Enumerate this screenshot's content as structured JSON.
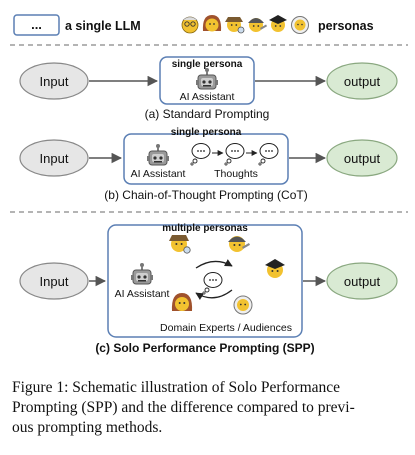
{
  "legend": {
    "box_glyph": "...",
    "single_llm_label": "a single LLM",
    "personas_label": "personas",
    "persona_icons": [
      "scientist-persona-icon",
      "woman-persona-icon",
      "detective-persona-icon",
      "mechanic-persona-icon",
      "graduate-persona-icon",
      "astronaut-persona-icon"
    ]
  },
  "panels": {
    "standard": {
      "input_label": "Input",
      "box_header": "single persona",
      "assistant_label": "AI Assistant",
      "output_label": "output",
      "caption": "(a) Standard Prompting"
    },
    "cot": {
      "input_label": "Input",
      "box_header": "single persona",
      "assistant_label": "AI Assistant",
      "thoughts_label": "Thoughts",
      "output_label": "output",
      "caption": "(b) Chain-of-Thought Prompting (CoT)"
    },
    "spp": {
      "input_label": "Input",
      "box_header": "multiple personas",
      "assistant_label": "AI Assistant",
      "experts_label": "Domain Experts / Audiences",
      "output_label": "output",
      "caption": "(c) Solo Performance Prompting (SPP)"
    }
  },
  "figure_caption": {
    "line1": "Figure 1: Schematic illustration of Solo Performance",
    "line2": "Prompting (SPP) and the difference compared to previ-",
    "line3": "ous prompting methods."
  },
  "colors": {
    "input_fill": "#e6e6e6",
    "output_fill": "#d9ead3",
    "output_stroke": "#8aa880",
    "box_stroke": "#5b7fb4",
    "arrow": "#555555",
    "divider": "#888888"
  }
}
